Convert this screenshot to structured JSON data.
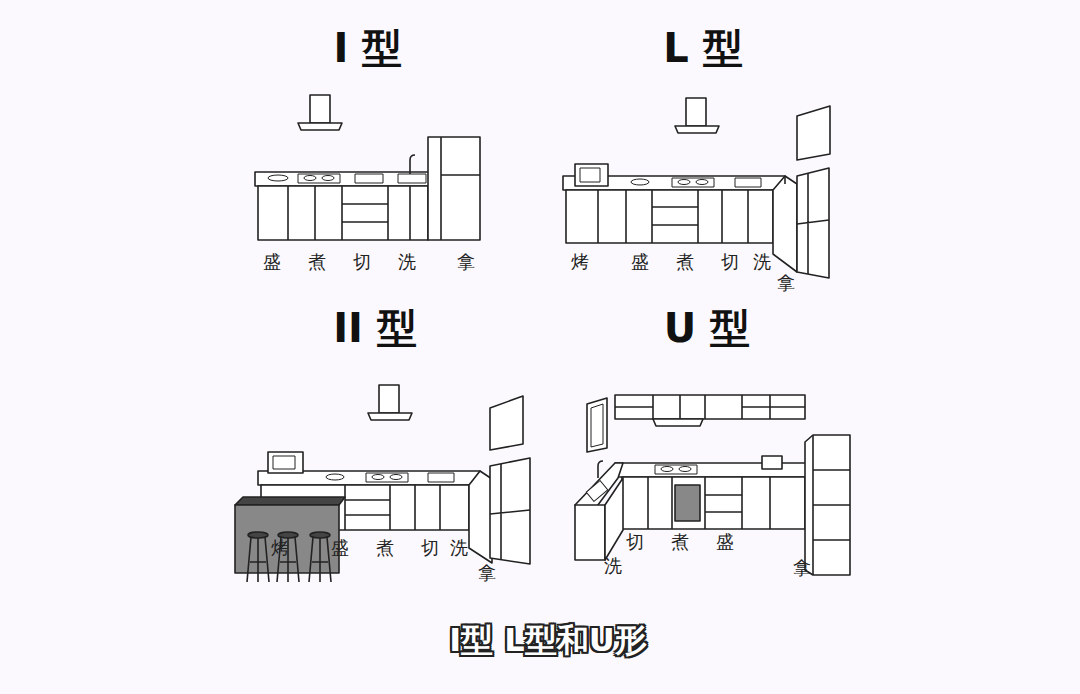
{
  "diagram": {
    "caption": "I型 L型和U形",
    "labels": [
      "I 型",
      "盛",
      "煮",
      "切",
      "洗",
      "拿",
      "L 型",
      "烤",
      "盛",
      "煮",
      "切",
      "洗",
      "拿",
      "II 型",
      "烤",
      "盛",
      "煮",
      "切",
      "洗",
      "拿",
      "U 型",
      "切",
      "煮",
      "盛",
      "洗",
      "拿"
    ]
  }
}
